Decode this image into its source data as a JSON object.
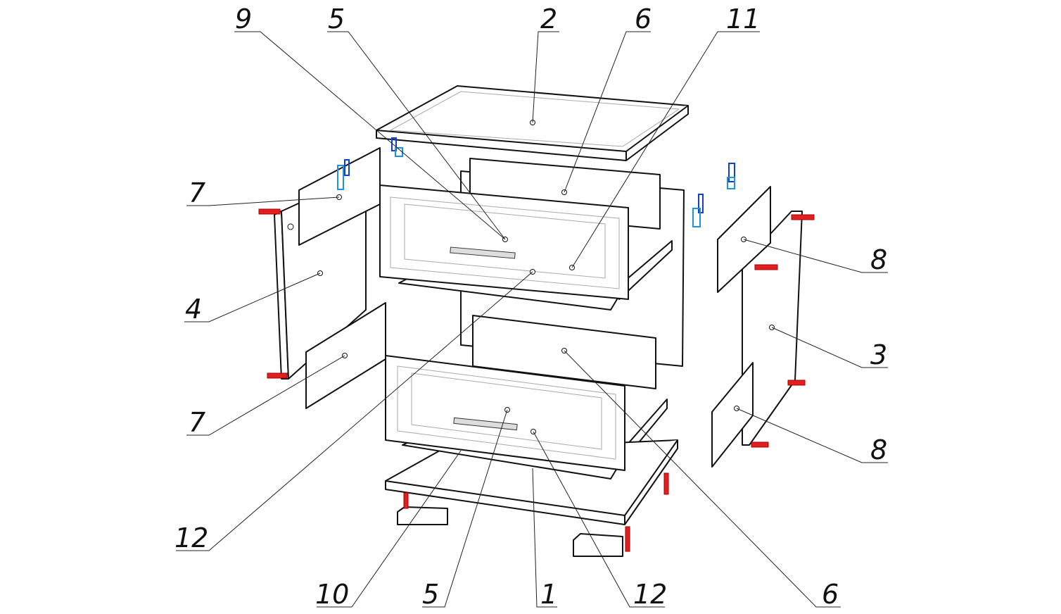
{
  "diagram": {
    "title": "Exploded assembly view of chest of drawers",
    "colors": {
      "line": "#111111",
      "hardware_red": "#e02020",
      "hardware_blue": "#1040d0",
      "hardware_lightblue": "#2090e0"
    },
    "callouts": [
      {
        "id": "c9",
        "label": "9"
      },
      {
        "id": "c5a",
        "label": "5"
      },
      {
        "id": "c2",
        "label": "2"
      },
      {
        "id": "c6a",
        "label": "6"
      },
      {
        "id": "c11",
        "label": "11"
      },
      {
        "id": "c7a",
        "label": "7"
      },
      {
        "id": "c4",
        "label": "4"
      },
      {
        "id": "c7b",
        "label": "7"
      },
      {
        "id": "c12a",
        "label": "12"
      },
      {
        "id": "c10",
        "label": "10"
      },
      {
        "id": "c5b",
        "label": "5"
      },
      {
        "id": "c1",
        "label": "1"
      },
      {
        "id": "c12b",
        "label": "12"
      },
      {
        "id": "c6b",
        "label": "6"
      },
      {
        "id": "c8a",
        "label": "8"
      },
      {
        "id": "c3",
        "label": "3"
      },
      {
        "id": "c8b",
        "label": "8"
      }
    ]
  }
}
